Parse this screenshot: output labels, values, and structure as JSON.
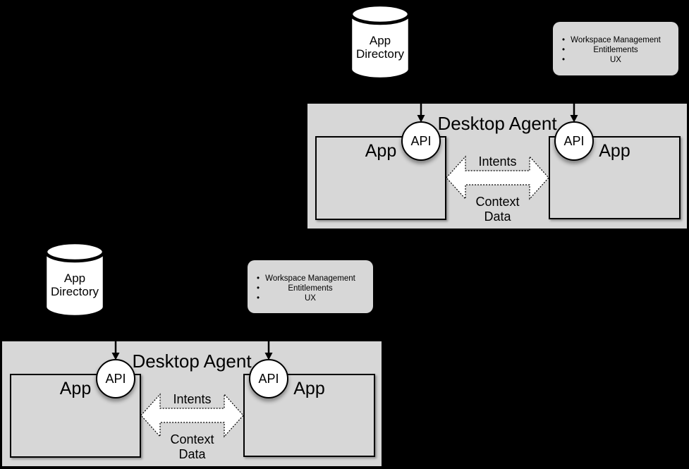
{
  "page": {
    "background": "#000000"
  },
  "colors": {
    "panel_gray": "#d7d7d7",
    "shape_fill": "#ffffff",
    "outline": "#000000"
  },
  "diagram": {
    "bullet_glyph": "•",
    "instances": [
      {
        "id": "top-right",
        "app_directory": {
          "line1": "App",
          "line2": "Directory"
        },
        "features": [
          "Workspace Management",
          "Entitlements",
          "UX"
        ],
        "desktop_agent_title": "Desktop Agent",
        "app_left": "App",
        "app_right": "App",
        "api_left": "API",
        "api_right": "API",
        "intents": "Intents",
        "context_line1": "Context",
        "context_line2": "Data"
      },
      {
        "id": "bottom-left",
        "app_directory": {
          "line1": "App",
          "line2": "Directory"
        },
        "features": [
          "Workspace Management",
          "Entitlements",
          "UX"
        ],
        "desktop_agent_title": "Desktop Agent",
        "app_left": "App",
        "app_right": "App",
        "api_left": "API",
        "api_right": "API",
        "intents": "Intents",
        "context_line1": "Context",
        "context_line2": "Data"
      }
    ]
  }
}
